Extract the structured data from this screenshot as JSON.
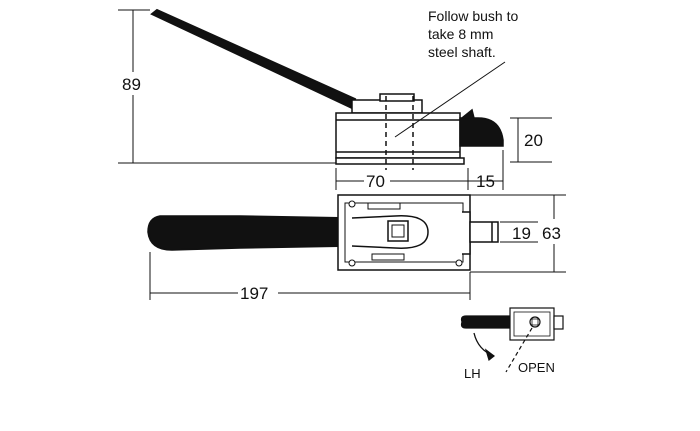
{
  "note": {
    "line1": "Follow bush to",
    "line2": "take 8 mm",
    "line3": "steel shaft."
  },
  "dimensions": {
    "height_handle": "89",
    "bolt_height": "20",
    "body_width": "70",
    "bolt_projection": "15",
    "bolt_width": "19",
    "plate_height": "63",
    "overall_length": "197"
  },
  "operation": {
    "hand": "LH",
    "direction": "OPEN"
  },
  "colors": {
    "ink": "#111111",
    "paper": "#ffffff"
  }
}
